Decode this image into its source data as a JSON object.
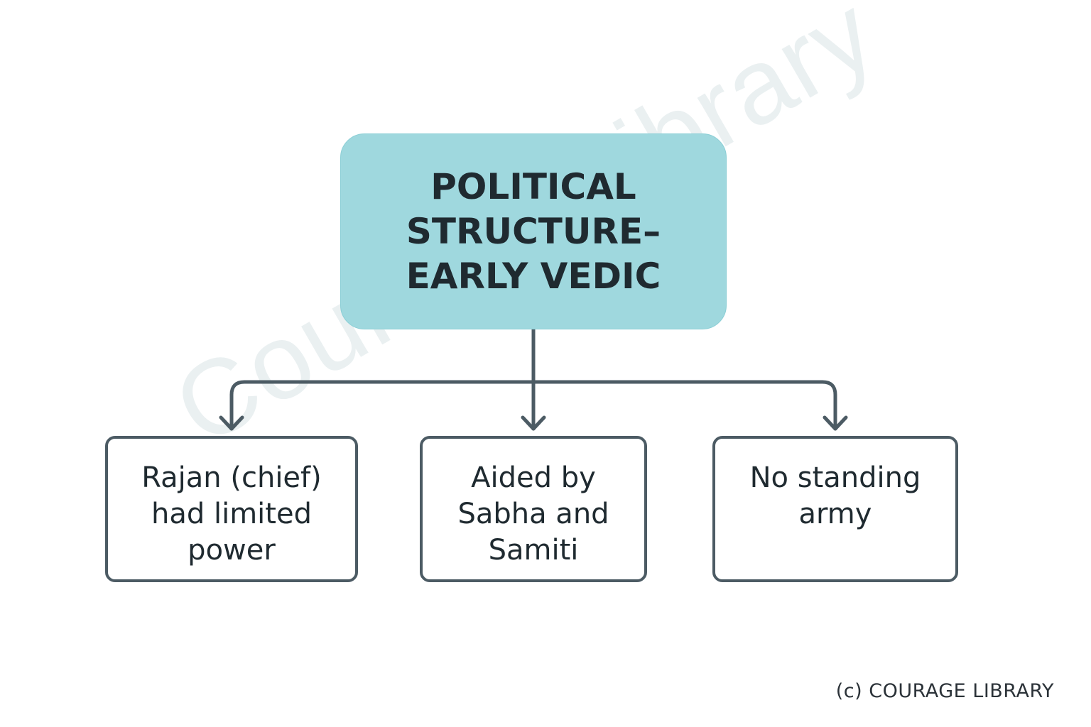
{
  "diagram": {
    "root": {
      "title": "POLITICAL STRUCTURE–EARLY VEDIC"
    },
    "children": [
      {
        "text": "Rajan (chief) had limited power"
      },
      {
        "text": "Aided by Sabha and Samiti"
      },
      {
        "text": "No standing army"
      }
    ]
  },
  "watermark": {
    "text": "Courage Library"
  },
  "footer": {
    "copyright": "(c) COURAGE LIBRARY"
  },
  "colors": {
    "root_fill": "#9fd8de",
    "connector": "#4c5b64",
    "box_border": "#4c5b64",
    "text": "#1f2a30"
  }
}
